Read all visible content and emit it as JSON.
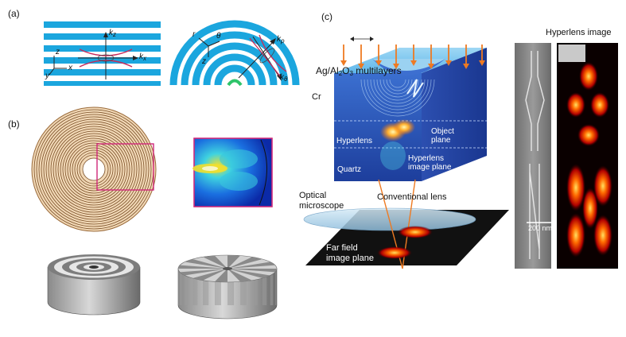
{
  "panels": {
    "a": {
      "letter": "(a)",
      "left": {
        "axis_kz": "k",
        "axis_kz_sub": "z",
        "axis_kx": "k",
        "axis_kx_sub": "x",
        "coord_z": "z",
        "coord_x": "x",
        "coord_y": "y"
      },
      "right": {
        "axis_kr": "k",
        "axis_kr_sub": "ρ",
        "axis_kt": "k",
        "axis_kt_sub": "θ",
        "coord_r": "r",
        "coord_theta": "θ",
        "coord_z": "z"
      }
    },
    "b": {
      "letter": "(b)"
    },
    "c": {
      "letter": "(c)",
      "multilayers_pre": "Ag/Al",
      "multilayers_sub1": "2",
      "multilayers_mid": "O",
      "multilayers_sub2": "3",
      "multilayers_post": " multilayers",
      "cr": "Cr",
      "hyperlens": "Hyperlens",
      "object_plane_1": "Object",
      "object_plane_2": "plane",
      "hyperlens_image_plane_1": "Hyperlens",
      "hyperlens_image_plane_2": "image plane",
      "quartz": "Quartz",
      "optical_microscope_1": "Optical",
      "optical_microscope_2": "microscope",
      "conventional_lens": "Conventional lens",
      "far_field_1": "Far field",
      "far_field_2": "image plane",
      "hyperlens_image_title": "Hyperlens image",
      "scale_bar": "200 nm"
    }
  },
  "colors": {
    "stripe_blue": "#1ba6de",
    "arrow_orange": "#ee7a22",
    "crimson": "#c72a5a",
    "magenta_box": "#d0287a",
    "block_blue": "#2b55b8"
  }
}
